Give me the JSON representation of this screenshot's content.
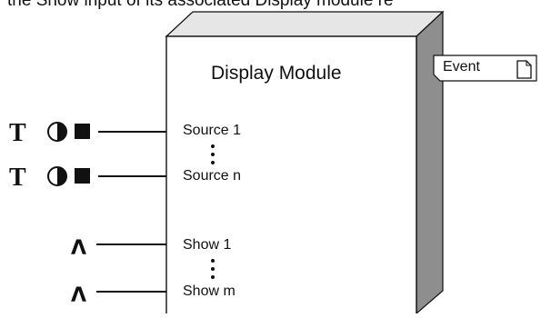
{
  "caption": {
    "text": "the Show input of its associated Display module re"
  },
  "module": {
    "title": "Display Module"
  },
  "inputs": {
    "source_first": "Source 1",
    "source_last": "Source n",
    "show_first": "Show 1",
    "show_last": "Show m"
  },
  "output": {
    "event_label": "Event"
  },
  "icons": {
    "text_type": "T",
    "show_pulse": "Λ",
    "vertical_ellipsis": "⋮"
  },
  "colors": {
    "box_front": "#ffffff",
    "box_top": "#e6e6e6",
    "box_side": "#8e8e8e",
    "lines": "#111111"
  }
}
